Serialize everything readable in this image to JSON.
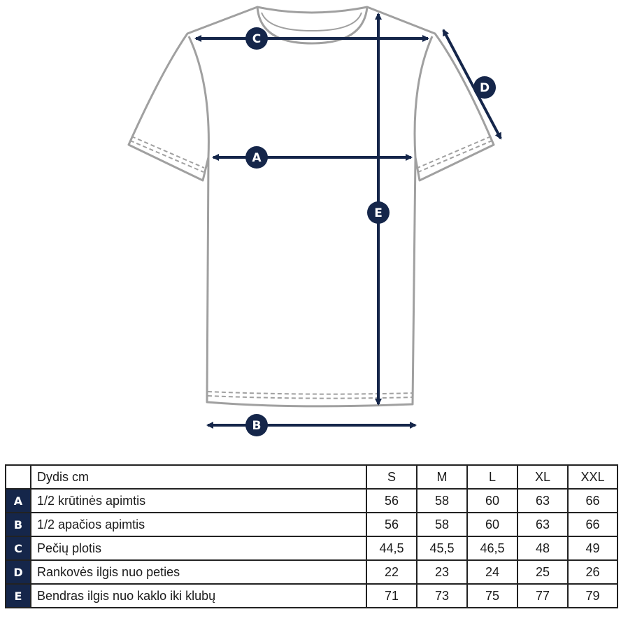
{
  "markers": [
    "A",
    "B",
    "C",
    "D",
    "E"
  ],
  "table": {
    "header_label": "Dydis cm",
    "sizes": [
      "S",
      "M",
      "L",
      "XL",
      "XXL"
    ],
    "rows": [
      {
        "letter": "A",
        "label": "1/2 krūtinės apimtis",
        "values": [
          "56",
          "58",
          "60",
          "63",
          "66"
        ]
      },
      {
        "letter": "B",
        "label": "1/2 apačios apimtis",
        "values": [
          "56",
          "58",
          "60",
          "63",
          "66"
        ]
      },
      {
        "letter": "C",
        "label": "Pečių plotis",
        "values": [
          "44,5",
          "45,5",
          "46,5",
          "48",
          "49"
        ]
      },
      {
        "letter": "D",
        "label": "Rankovės ilgis nuo peties",
        "values": [
          "22",
          "23",
          "24",
          "25",
          "26"
        ]
      },
      {
        "letter": "E",
        "label": "Bendras ilgis nuo kaklo iki klubų",
        "values": [
          "71",
          "73",
          "75",
          "77",
          "79"
        ]
      }
    ]
  },
  "colors": {
    "navy": "#15264a",
    "outline": "#a0a0a0"
  }
}
